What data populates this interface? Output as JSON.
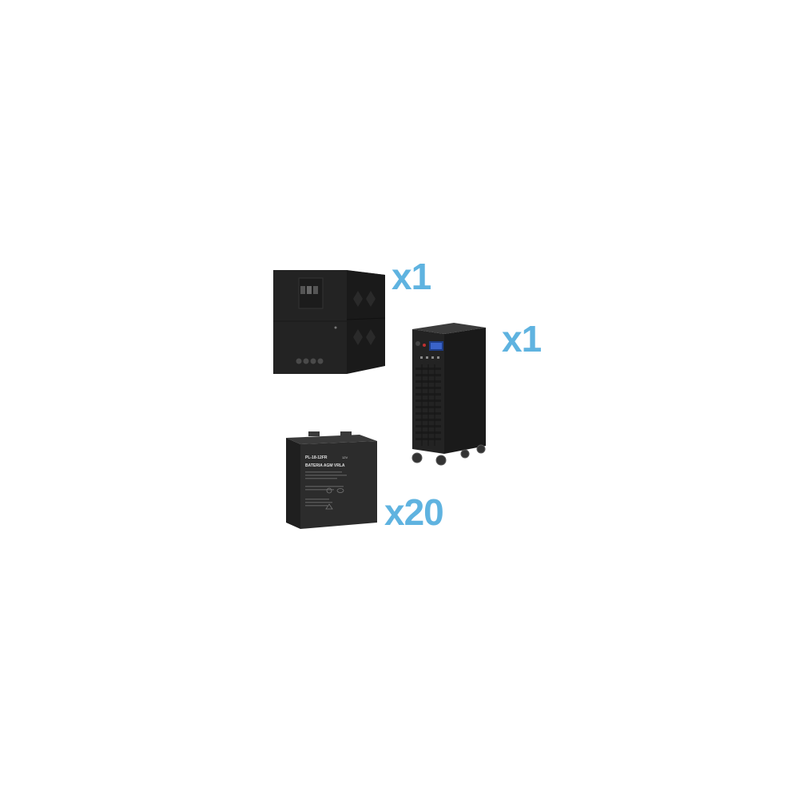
{
  "colors": {
    "accent": "#5fb3e0",
    "device_body": "#262626",
    "device_shadow": "#151515",
    "battery_body": "#2c2c2c"
  },
  "products": [
    {
      "name": "transformer",
      "quantity_label": "x1"
    },
    {
      "name": "ups",
      "quantity_label": "x1"
    },
    {
      "name": "battery",
      "quantity_label": "x20"
    }
  ],
  "battery_label": {
    "model": "PL-18-12FR",
    "voltage": "12V",
    "type": "BATERIA AGM VRLA"
  }
}
